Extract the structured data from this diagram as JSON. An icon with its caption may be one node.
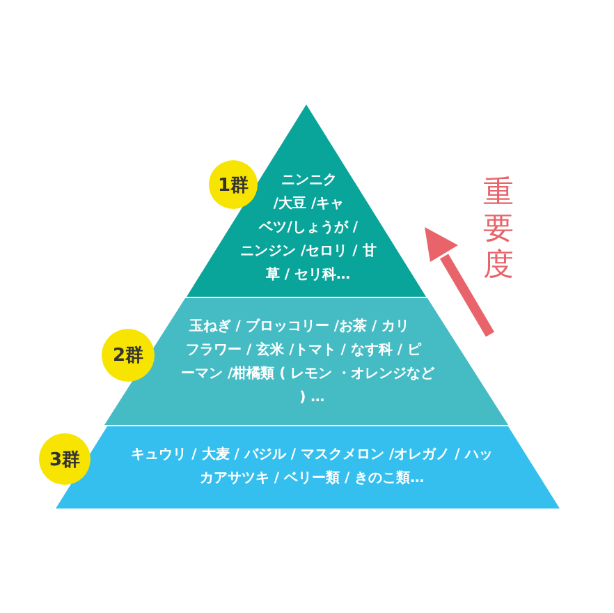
{
  "diagram": {
    "nodes": [
      {
        "text": [
          "ニンニク /大豆 /キャベツ/しょうが / ニンジン /セロリ / 甘草 / セリ科…"
        ]
      },
      {
        "text": [
          "1群"
        ]
      },
      {
        "text": [
          "玉ねぎ / ブロッコリー /お茶 / カリフラワー / 玄米 /トマト / なす科 / ピーマン /柑橘類 ( レモン ・オレンジなど ) …"
        ]
      },
      {
        "text": [
          "2群"
        ]
      },
      {
        "text": [
          "キュウリ / 大麦 / バジル / マスクメロン /オレガノ / ハッカアサツキ / ベリー類 / きのこ類…"
        ]
      },
      {
        "text": [
          "3群"
        ]
      }
    ],
    "labels": [
      "重要度"
    ]
  }
}
